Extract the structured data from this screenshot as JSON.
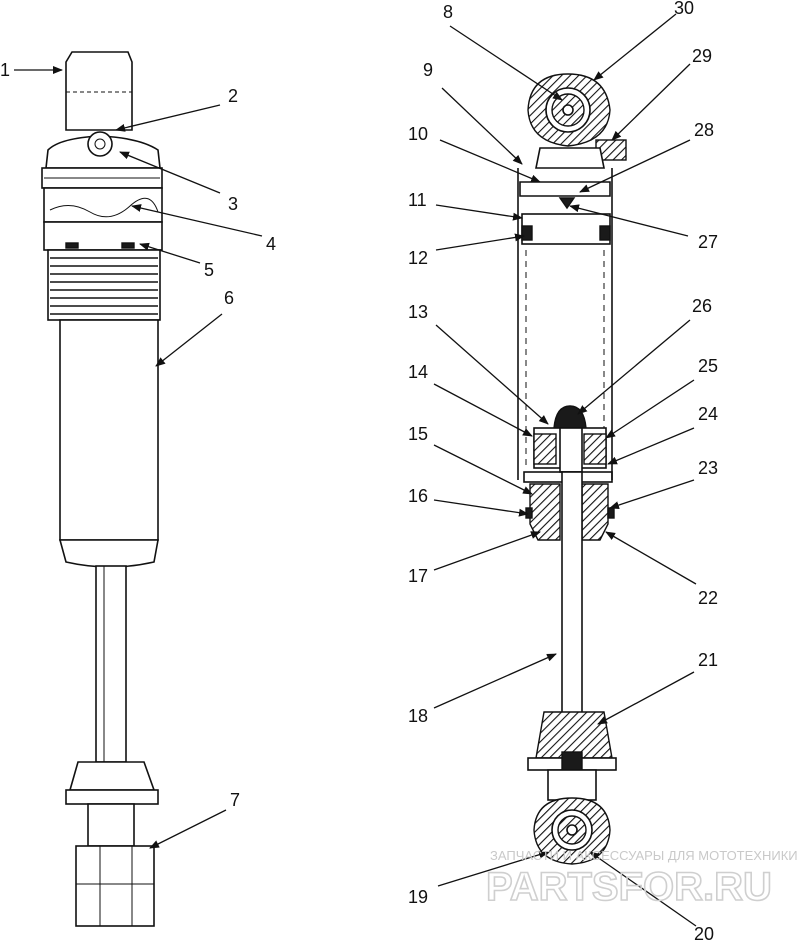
{
  "callouts": {
    "n1": "1",
    "n2": "2",
    "n3": "3",
    "n4": "4",
    "n5": "5",
    "n6": "6",
    "n7": "7",
    "n8": "8",
    "n9": "9",
    "n10": "10",
    "n11": "11",
    "n12": "12",
    "n13": "13",
    "n14": "14",
    "n15": "15",
    "n16": "16",
    "n17": "17",
    "n18": "18",
    "n19": "19",
    "n20": "20",
    "n21": "21",
    "n22": "22",
    "n23": "23",
    "n24": "24",
    "n25": "25",
    "n26": "26",
    "n27": "27",
    "n28": "28",
    "n29": "29",
    "n30": "30"
  },
  "watermark": {
    "tagline": "ЗАПЧАСТИ И АКСЕССУАРЫ ДЛЯ МОТОТЕХНИКИ",
    "logo": "PARTSFOR.RU"
  }
}
